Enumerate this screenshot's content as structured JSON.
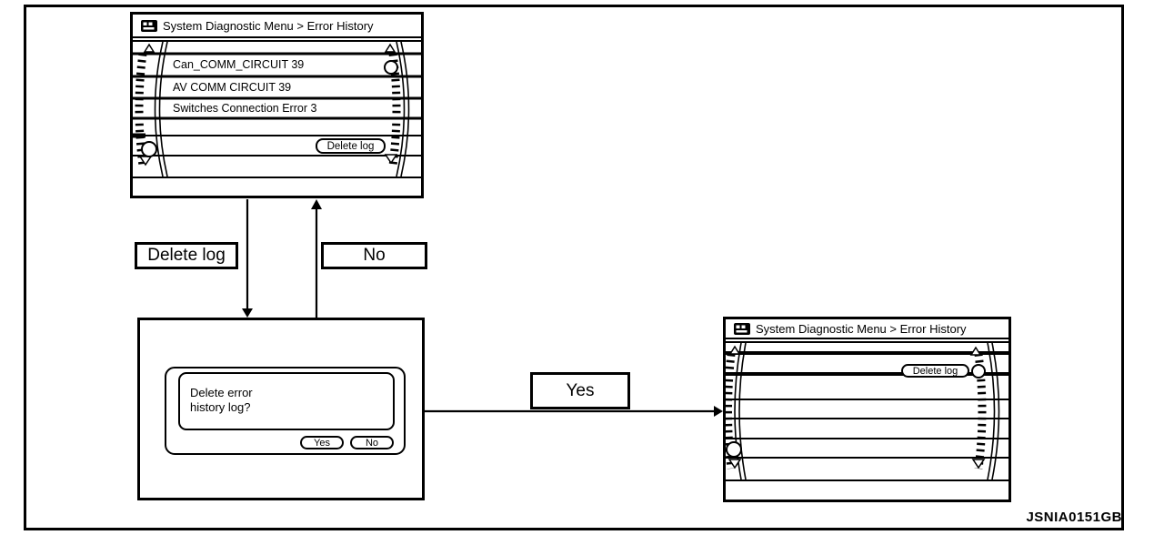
{
  "figure_code": "JSNIA0151GB",
  "colors": {
    "line": "#000000",
    "background": "#ffffff"
  },
  "icons": {
    "titlebar_icon": "system-menu-icon"
  },
  "screens": {
    "error_list": {
      "title": "System Diagnostic Menu > Error History",
      "items": [
        "Can_COMM_CIRCUIT 39",
        "AV COMM CIRCUIT 39",
        "Switches Connection Error 3"
      ],
      "delete_button": "Delete log"
    },
    "confirm_dialog": {
      "message_line1": "Delete error",
      "message_line2": "history log?",
      "yes_button": "Yes",
      "no_button": "No"
    },
    "cleared_list": {
      "title": "System Diagnostic Menu > Error History",
      "delete_button": "Delete log"
    }
  },
  "flow_labels": {
    "delete_log": "Delete log",
    "no": "No",
    "yes": "Yes"
  }
}
